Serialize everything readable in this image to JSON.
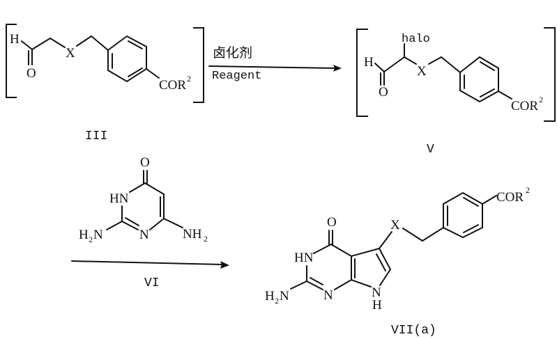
{
  "scheme": {
    "step1": {
      "reactant_label": "III",
      "product_label": "V",
      "reagent_cn": "卤化剂",
      "reagent_en": "Reagent"
    },
    "step2": {
      "reagent_label": "VI",
      "product_label": "VII(a)"
    }
  },
  "compound_III": {
    "atoms": {
      "H": "H",
      "O": "O",
      "X": "X",
      "cor": "COR",
      "cor_sup": "2"
    }
  },
  "compound_V": {
    "atoms": {
      "halo": "halo",
      "H": "H",
      "O": "O",
      "X": "X",
      "cor": "COR",
      "cor_sup": "2"
    }
  },
  "compound_VI": {
    "atoms": {
      "O": "O",
      "HN": "HN",
      "H2N_H": "H",
      "H2N_sub": "2",
      "H2N_N": "N",
      "N": "N",
      "NH2_NH": "NH",
      "NH2_sub": "2"
    }
  },
  "compound_VIIa": {
    "atoms": {
      "O": "O",
      "HN": "HN",
      "H2N_H": "H",
      "H2N_sub": "2",
      "H2N_N": "N",
      "N": "N",
      "NH_N": "N",
      "NH_H": "H",
      "X": "X",
      "cor": "COR",
      "cor_sup": "2"
    }
  }
}
